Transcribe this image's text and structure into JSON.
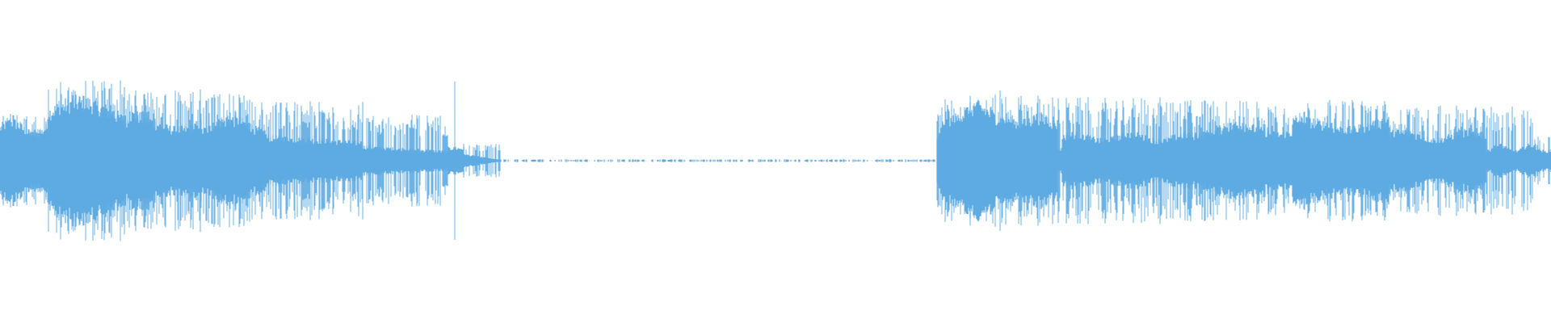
{
  "waveform": {
    "color": "#5EABE2",
    "background": "#FFFFFF",
    "duration_fraction_segments": [
      {
        "label": "",
        "start": 0.0,
        "end": 0.295,
        "level": "loud"
      },
      {
        "label": "",
        "start": 0.295,
        "end": 0.325,
        "level": "decay"
      },
      {
        "label": "",
        "start": 0.325,
        "end": 0.603,
        "level": "silence"
      },
      {
        "label": "",
        "start": 0.603,
        "end": 0.683,
        "level": "burst"
      },
      {
        "label": "",
        "start": 0.683,
        "end": 1.0,
        "level": "loud"
      }
    ]
  }
}
